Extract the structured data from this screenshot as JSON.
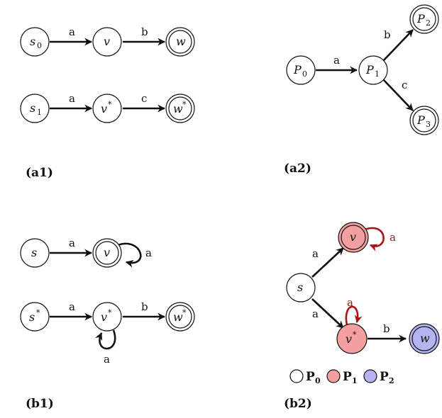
{
  "panels": {
    "a1": {
      "caption": "(a1)",
      "row1": {
        "s": "s",
        "s_sub": "0",
        "v": "v",
        "w": "w",
        "e1": "a",
        "e2": "b"
      },
      "row2": {
        "s": "s",
        "s_sub": "1",
        "v": "v",
        "v_sup": "*",
        "w": "w",
        "w_sup": "*",
        "e1": "a",
        "e2": "c"
      }
    },
    "a2": {
      "caption": "(a2)",
      "p0": "P",
      "p0_sub": "0",
      "p1": "P",
      "p1_sub": "1",
      "p2": "P",
      "p2_sub": "2",
      "p3": "P",
      "p3_sub": "3",
      "e_a": "a",
      "e_b": "b",
      "e_c": "c"
    },
    "b1": {
      "caption": "(b1)",
      "row1": {
        "s": "s",
        "v": "v",
        "e1": "a",
        "loop": "a"
      },
      "row2": {
        "s": "s",
        "s_sup": "*",
        "v": "v",
        "v_sup": "*",
        "w": "w",
        "w_sup": "*",
        "e1": "a",
        "e2": "b",
        "loop": "a"
      }
    },
    "b2": {
      "caption": "(b2)",
      "s": "s",
      "v": "v",
      "v2": "v",
      "v2_sup": "*",
      "w": "w",
      "e_sv": "a",
      "e_sv2": "a",
      "e_v2w": "b",
      "loop_v": "a",
      "loop_v2": "a",
      "legend": [
        {
          "label": "P",
          "sub": "0",
          "color": "#ffffff"
        },
        {
          "label": "P",
          "sub": "1",
          "color": "#f4a0a0"
        },
        {
          "label": "P",
          "sub": "2",
          "color": "#b4b4f0"
        }
      ]
    }
  },
  "colors": {
    "p1_fill": "#f4a0a0",
    "p2_fill": "#b4b4f0",
    "loop_red": "#b01010",
    "ink": "#111111"
  }
}
